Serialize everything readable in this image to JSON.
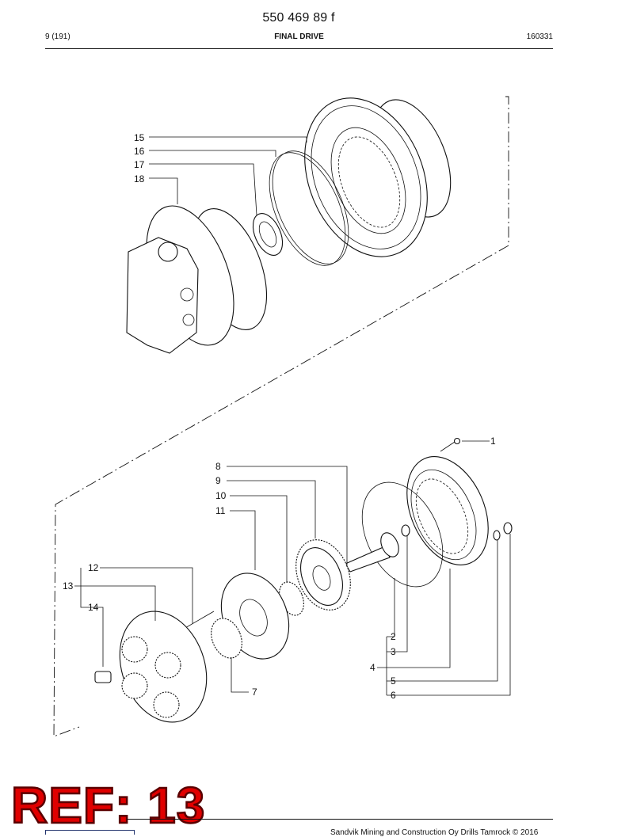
{
  "header": {
    "doc_number": "550 469 89 f",
    "page_ref": "9 (191)",
    "section_title": "FINAL DRIVE",
    "date_code": "160331"
  },
  "footer": {
    "ref_stamp": "REF: 13",
    "copyright": "Sandvik Mining and Construction Oy Drills Tamrock © 2016"
  },
  "callouts": {
    "c1": "1",
    "c2": "2",
    "c3": "3",
    "c4": "4",
    "c5": "5",
    "c6": "6",
    "c7": "7",
    "c8": "8",
    "c9": "9",
    "c10": "10",
    "c11": "11",
    "c12": "12",
    "c13": "13",
    "c14": "14",
    "c15": "15",
    "c16": "16",
    "c17": "17",
    "c18": "18"
  }
}
